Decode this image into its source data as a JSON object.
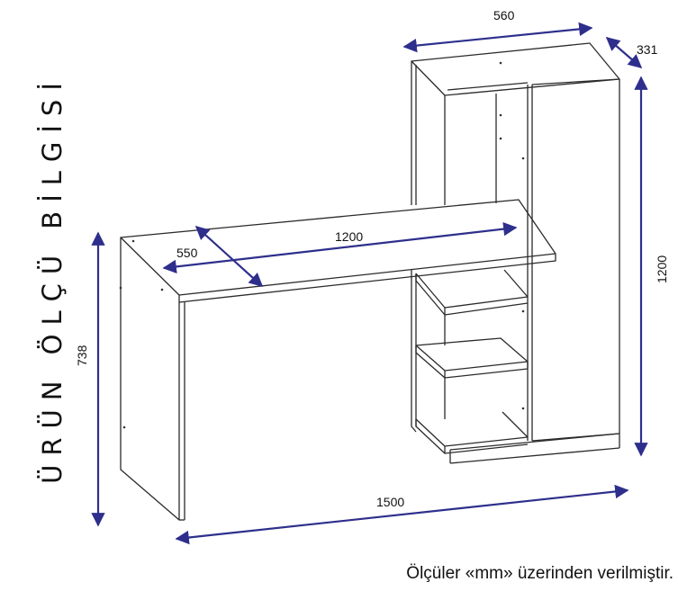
{
  "title": "ÜRÜN ÖLÇÜ BİLGİSİ",
  "footnote": "Ölçüler «mm» üzerinden verilmiştir.",
  "dimension_color": "#2e2f8c",
  "dimensions": {
    "cabinet_width": "560",
    "cabinet_depth": "331",
    "cabinet_height": "1200",
    "desk_depth": "550",
    "desk_width": "1200",
    "desk_height": "738",
    "total_width": "1500"
  }
}
